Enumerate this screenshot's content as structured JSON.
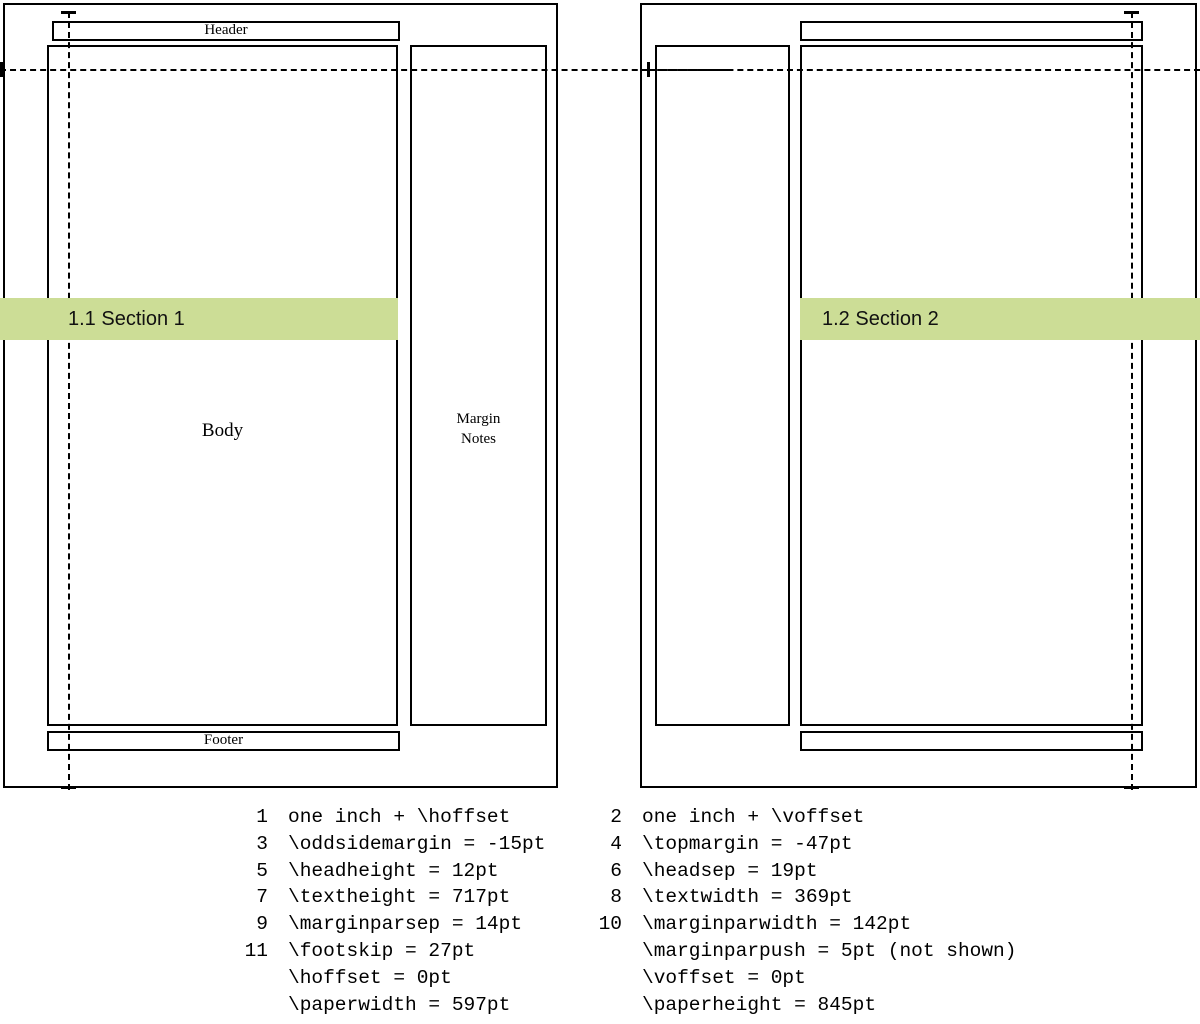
{
  "diagram": {
    "title": "LaTeX page layout diagram",
    "pages": [
      {
        "id": "left-page",
        "side": "odd",
        "header_label": "Header",
        "footer_label": "Footer",
        "body_label": "Body",
        "margin_label_line1": "Margin",
        "margin_label_line2": "Notes",
        "section_band": {
          "text": "1.1 Section 1",
          "color": "#ccdd96"
        }
      },
      {
        "id": "right-page",
        "side": "even",
        "header_label": "",
        "footer_label": "",
        "body_label": "",
        "margin_label_line1": "",
        "margin_label_line2": "",
        "section_band": {
          "text": "1.2 Section 2",
          "color": "#ccdd96"
        }
      }
    ],
    "colors": {
      "line": "#000000",
      "highlight": "#ccdd96",
      "background": "#ffffff"
    }
  },
  "legend": {
    "left_column": [
      {
        "num": "1",
        "text": "one inch + \\hoffset"
      },
      {
        "num": "3",
        "text": "\\oddsidemargin = -15pt"
      },
      {
        "num": "5",
        "text": "\\headheight = 12pt"
      },
      {
        "num": "7",
        "text": "\\textheight = 717pt"
      },
      {
        "num": "9",
        "text": "\\marginparsep = 14pt"
      },
      {
        "num": "11",
        "text": "\\footskip = 27pt"
      },
      {
        "num": "",
        "text": "\\hoffset = 0pt"
      },
      {
        "num": "",
        "text": "\\paperwidth = 597pt"
      }
    ],
    "right_column": [
      {
        "num": "2",
        "text": "one inch + \\voffset"
      },
      {
        "num": "4",
        "text": "\\topmargin = -47pt"
      },
      {
        "num": "6",
        "text": "\\headsep = 19pt"
      },
      {
        "num": "8",
        "text": "\\textwidth = 369pt"
      },
      {
        "num": "10",
        "text": "\\marginparwidth = 142pt"
      },
      {
        "num": "",
        "text": "\\marginparpush = 5pt (not shown)"
      },
      {
        "num": "",
        "text": "\\voffset = 0pt"
      },
      {
        "num": "",
        "text": "\\paperheight = 845pt"
      }
    ]
  }
}
